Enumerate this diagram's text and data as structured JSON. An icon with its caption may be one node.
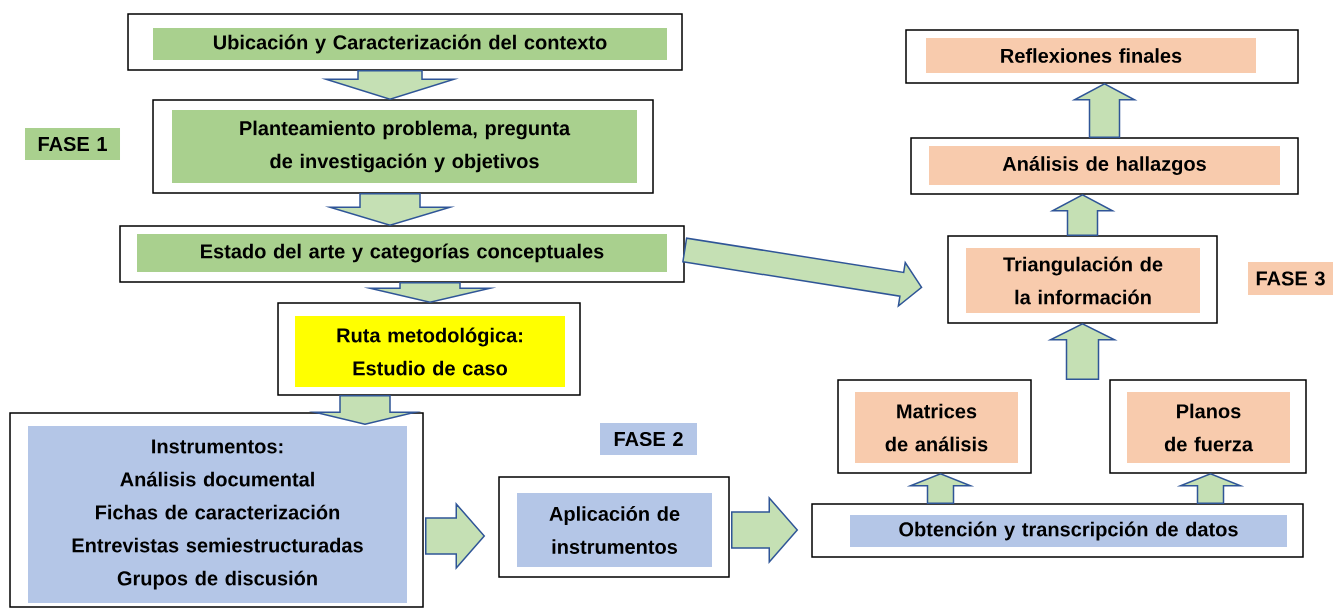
{
  "diagram": {
    "nodes": [
      {
        "text": [
          "Ubicación y Caracterización del contexto"
        ]
      },
      {
        "text": [
          "Planteamiento problema, pregunta de investigación y objetivos"
        ]
      },
      {
        "text": [
          "Estado del arte y categorías conceptuales"
        ]
      },
      {
        "text": [
          "Ruta metodológica: Estudio de caso"
        ]
      },
      {
        "text": [
          "Instrumentos:",
          "Análisis documental",
          "Fichas de caracterización",
          "Entrevistas semiestructuradas",
          "Grupos de discusión"
        ]
      },
      {
        "text": [
          "Aplicación de instrumentos"
        ]
      },
      {
        "text": [
          "Obtención y transcripción de datos"
        ]
      },
      {
        "text": [
          "Matrices de análisis"
        ]
      },
      {
        "text": [
          "Planos de fuerza"
        ]
      },
      {
        "text": [
          "Triangulación de la información"
        ]
      },
      {
        "text": [
          "Análisis de hallazgos"
        ]
      },
      {
        "text": [
          "Reflexiones finales"
        ]
      },
      {
        "text": [
          "FASE 1"
        ]
      },
      {
        "text": [
          "FASE 2"
        ]
      },
      {
        "text": [
          "FASE 3"
        ]
      }
    ],
    "edges": [
      {
        "from": 0,
        "to": 1,
        "arrow": "to"
      },
      {
        "from": 1,
        "to": 2,
        "arrow": "to"
      },
      {
        "from": 2,
        "to": 3,
        "arrow": "to"
      },
      {
        "from": 3,
        "to": 4,
        "arrow": "to"
      },
      {
        "from": 4,
        "to": 5,
        "arrow": "to"
      },
      {
        "from": 5,
        "to": 6,
        "arrow": "to"
      },
      {
        "from": 6,
        "to": 7,
        "arrow": "to"
      },
      {
        "from": 6,
        "to": 8,
        "arrow": "to"
      },
      {
        "from": 7,
        "to": 9,
        "arrow": "to"
      },
      {
        "from": 8,
        "to": 9,
        "arrow": "to"
      },
      {
        "from": 9,
        "to": 10,
        "arrow": "to"
      },
      {
        "from": 10,
        "to": 11,
        "arrow": "to"
      },
      {
        "from": 2,
        "to": 9,
        "arrow": "to"
      }
    ]
  }
}
